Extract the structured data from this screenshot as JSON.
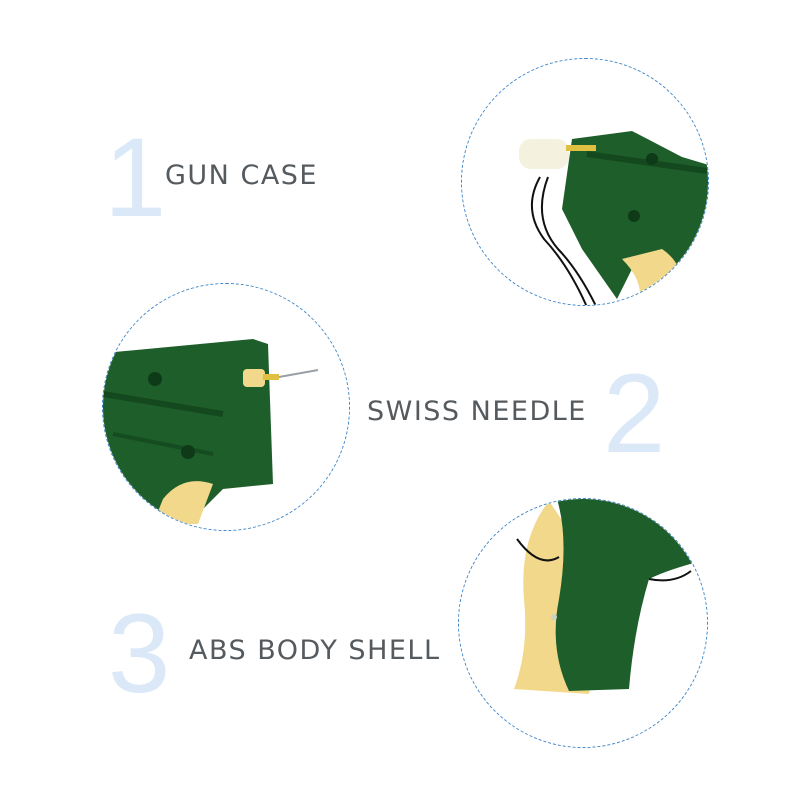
{
  "features": [
    {
      "number": "1",
      "label": "GUN CASE",
      "photo": "tag-gun-head-with-fastener-cord"
    },
    {
      "number": "2",
      "label": "SWISS NEEDLE",
      "photo": "tag-gun-needle-and-lever"
    },
    {
      "number": "3",
      "label": "ABS BODY SHELL",
      "photo": "tag-gun-grip-shell"
    }
  ],
  "colors": {
    "background": "#ffffff",
    "number": "#dbe8f7",
    "label": "#555a5e",
    "dashed_border": "#3f86c9",
    "shell_green": "#1e5e2a",
    "grip_yellow": "#f1d88a"
  }
}
